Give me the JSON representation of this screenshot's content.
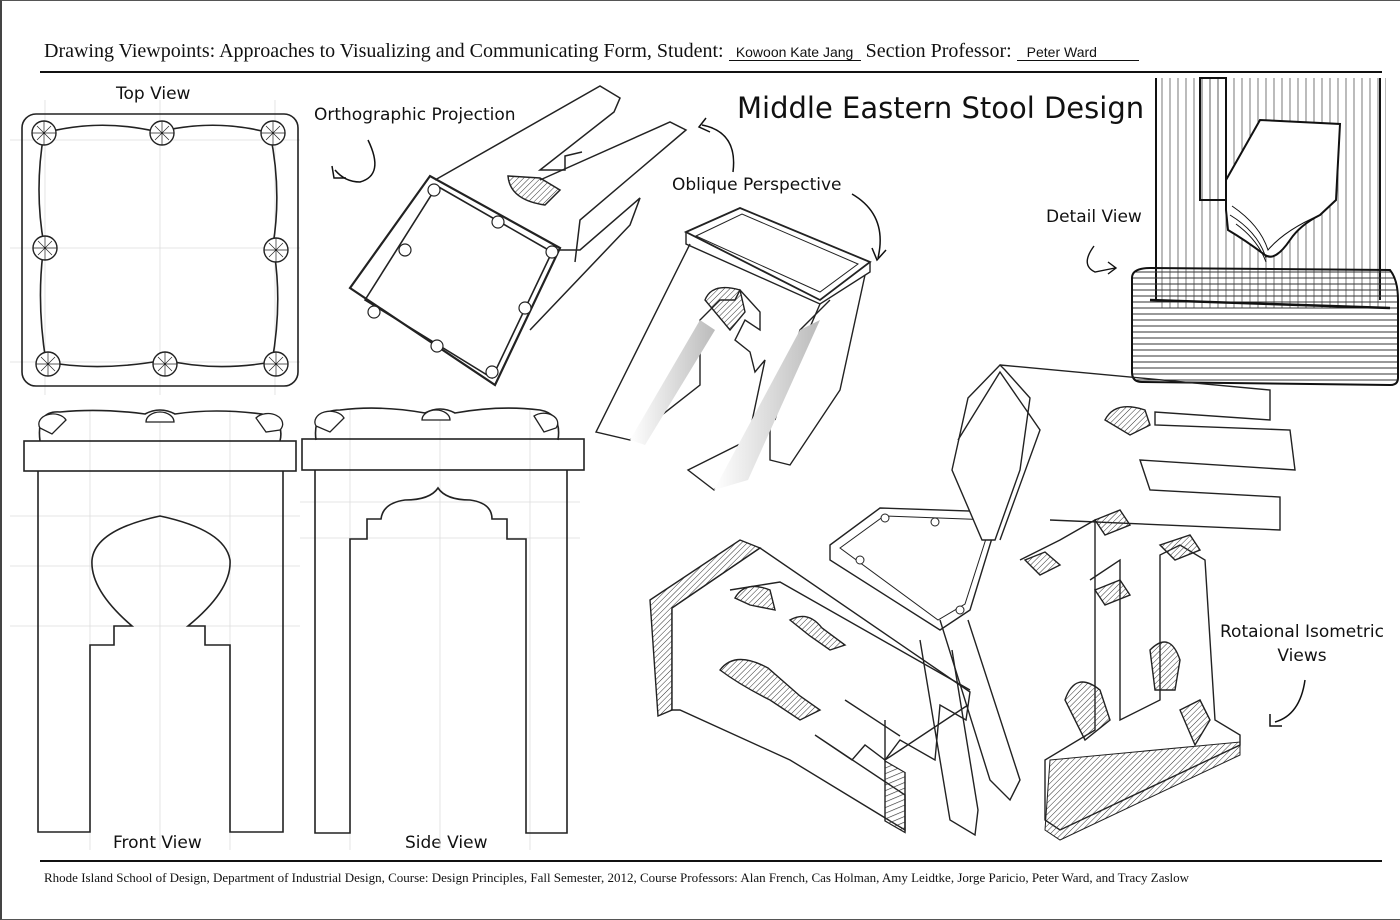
{
  "header": {
    "course_title": "Drawing Viewpoints: Approaches to Visualizing and Communicating Form, Student:",
    "student_name": "Kowoon Kate Jang",
    "section_professor_label": "Section Professor:",
    "section_professor_name": "Peter Ward"
  },
  "title": "Middle Eastern Stool Design",
  "labels": {
    "top_view": "Top View",
    "front_view": "Front View",
    "side_view": "Side View",
    "orthographic_projection": "Orthographic Projection",
    "oblique_perspective": "Oblique Perspective",
    "detail_view": "Detail View",
    "rotational_isometric_line1": "Rotaional Isometric",
    "rotational_isometric_line2": "Views"
  },
  "footer": "Rhode Island School of Design, Department of Industrial Design, Course: Design Principles, Fall Semester, 2012, Course Professors: Alan French, Cas Holman, Amy Leidtke, Jorge Paricio, Peter Ward, and Tracy Zaslow",
  "drawings": [
    {
      "name": "top-view",
      "subject": "stool seat from above with 8 decorative studs"
    },
    {
      "name": "front-view",
      "subject": "stool front with onion-dome arch cutout"
    },
    {
      "name": "side-view",
      "subject": "stool side with stepped ogee arch cutout"
    },
    {
      "name": "oblique-perspective-1",
      "subject": "stool upside down, oblique"
    },
    {
      "name": "oblique-perspective-2",
      "subject": "stool upright, oblique"
    },
    {
      "name": "detail-view",
      "subject": "close-up of leg base and carved arch"
    },
    {
      "name": "rotational-isometric-views",
      "subject": "three rotated isometric views of the stool"
    }
  ]
}
